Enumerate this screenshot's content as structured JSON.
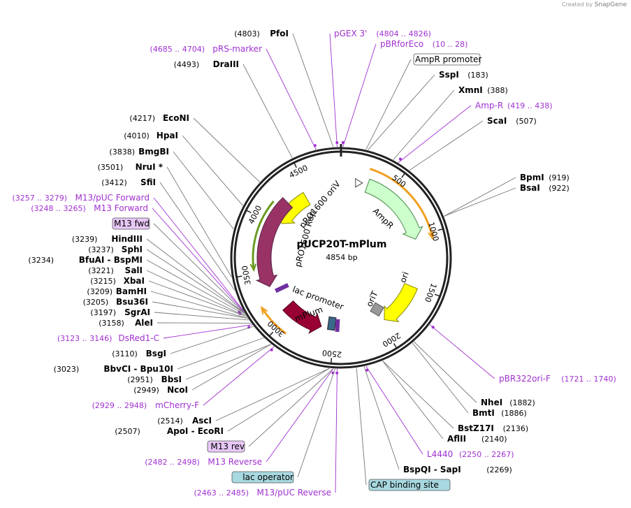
{
  "credit": {
    "created_by": "Created by",
    "brand": "SnapGene"
  },
  "plasmid": {
    "name": "pUCP20T-mPlum",
    "length": "4854 bp"
  },
  "ticks": [
    "500",
    "1000",
    "1500",
    "2000",
    "2500",
    "3000",
    "3500",
    "4000",
    "4500"
  ],
  "sites": [
    {
      "name": "PfoI",
      "pos": "(4803)",
      "kind": "enzyme"
    },
    {
      "name": "pGEX 3'",
      "pos": "(4804 .. 4826)",
      "kind": "primer"
    },
    {
      "name": "pBRforEco",
      "pos": "(10 .. 28)",
      "kind": "primer"
    },
    {
      "name": "pRS-marker",
      "pos": "(4685 .. 4704)",
      "kind": "primer"
    },
    {
      "name": "DraIII",
      "pos": "(4493)",
      "kind": "enzyme"
    },
    {
      "name": "AmpR promoter",
      "pos": "",
      "kind": "boxed"
    },
    {
      "name": "SspI",
      "pos": "(183)",
      "kind": "enzyme"
    },
    {
      "name": "XmnI",
      "pos": "(388)",
      "kind": "enzyme"
    },
    {
      "name": "Amp-R",
      "pos": "(419 .. 438)",
      "kind": "primer"
    },
    {
      "name": "ScaI",
      "pos": "(507)",
      "kind": "enzyme"
    },
    {
      "name": "EcoNI",
      "pos": "(4217)",
      "kind": "enzyme"
    },
    {
      "name": "HpaI",
      "pos": "(4010)",
      "kind": "enzyme"
    },
    {
      "name": "BmgBI",
      "pos": "(3838)",
      "kind": "enzyme"
    },
    {
      "name": "NruI *",
      "pos": "(3501)",
      "kind": "enzyme"
    },
    {
      "name": "SfiI",
      "pos": "(3412)",
      "kind": "enzyme"
    },
    {
      "name": "BpmI",
      "pos": "(919)",
      "kind": "enzyme"
    },
    {
      "name": "BsaI",
      "pos": "(922)",
      "kind": "enzyme"
    },
    {
      "name": "M13/pUC Forward",
      "pos": "(3257 .. 3279)",
      "kind": "primer"
    },
    {
      "name": "M13 Forward",
      "pos": "(3248 .. 3265)",
      "kind": "primer"
    },
    {
      "name": "M13 fwd",
      "pos": "",
      "kind": "boxed-primer"
    },
    {
      "name": "HindIII",
      "pos": "(3239)",
      "kind": "enzyme"
    },
    {
      "name": "SphI",
      "pos": "(3237)",
      "kind": "enzyme"
    },
    {
      "name": "BfuAI  -  BspMI",
      "pos": "(3234)",
      "kind": "enzyme"
    },
    {
      "name": "SalI",
      "pos": "(3221)",
      "kind": "enzyme"
    },
    {
      "name": "XbaI",
      "pos": "(3215)",
      "kind": "enzyme"
    },
    {
      "name": "BamHI",
      "pos": "(3209)",
      "kind": "enzyme"
    },
    {
      "name": "Bsu36I",
      "pos": "(3205)",
      "kind": "enzyme"
    },
    {
      "name": "SgrAI",
      "pos": "(3197)",
      "kind": "enzyme"
    },
    {
      "name": "AleI",
      "pos": "(3158)",
      "kind": "enzyme"
    },
    {
      "name": "DsRed1-C",
      "pos": "(3123 .. 3146)",
      "kind": "primer"
    },
    {
      "name": "BsgI",
      "pos": "(3110)",
      "kind": "enzyme"
    },
    {
      "name": "BbvCI  -  Bpu10I",
      "pos": "(3023)",
      "kind": "enzyme"
    },
    {
      "name": "BbsI",
      "pos": "(2951)",
      "kind": "enzyme"
    },
    {
      "name": "NcoI",
      "pos": "(2949)",
      "kind": "enzyme"
    },
    {
      "name": "mCherry-F",
      "pos": "(2929 .. 2948)",
      "kind": "primer"
    },
    {
      "name": "AscI",
      "pos": "(2514)",
      "kind": "enzyme"
    },
    {
      "name": "ApoI  -  EcoRI",
      "pos": "(2507)",
      "kind": "enzyme"
    },
    {
      "name": "M13 rev",
      "pos": "",
      "kind": "boxed-primer"
    },
    {
      "name": "M13 Reverse",
      "pos": "(2482 .. 2498)",
      "kind": "primer"
    },
    {
      "name": "lac operator",
      "pos": "",
      "kind": "boxed-blue"
    },
    {
      "name": "M13/pUC Reverse",
      "pos": "(2463 .. 2485)",
      "kind": "primer"
    },
    {
      "name": "pBR322ori-F",
      "pos": "(1721 .. 1740)",
      "kind": "primer"
    },
    {
      "name": "NheI",
      "pos": "(1882)",
      "kind": "enzyme"
    },
    {
      "name": "BmtI",
      "pos": "(1886)",
      "kind": "enzyme"
    },
    {
      "name": "BstZ17I",
      "pos": "(2136)",
      "kind": "enzyme"
    },
    {
      "name": "AflII",
      "pos": "(2140)",
      "kind": "enzyme"
    },
    {
      "name": "L4440",
      "pos": "(2250 .. 2267)",
      "kind": "primer"
    },
    {
      "name": "BspQI  -  SapI",
      "pos": "(2269)",
      "kind": "enzyme"
    },
    {
      "name": "CAP binding site",
      "pos": "",
      "kind": "boxed-blue"
    }
  ],
  "features": [
    {
      "name": "AmpR",
      "color": "#ccffcc"
    },
    {
      "name": "ori",
      "color": "#ffff00"
    },
    {
      "name": "oriT",
      "color": "#999999"
    },
    {
      "name": "pRO1600 oriV",
      "color": "#ffff00"
    },
    {
      "name": "pRO1600 Rep",
      "color": "#993366"
    },
    {
      "name": "lac promoter",
      "color": "#ffffff"
    },
    {
      "name": "mPlum",
      "color": "#990033"
    }
  ],
  "colors": {
    "primer": "#a030d0",
    "enzyme": "#000000",
    "boxed_primer_fill": "#e8c8f8",
    "boxed_blue_fill": "#a8d8e0",
    "orf_arc": "#f0a020"
  }
}
